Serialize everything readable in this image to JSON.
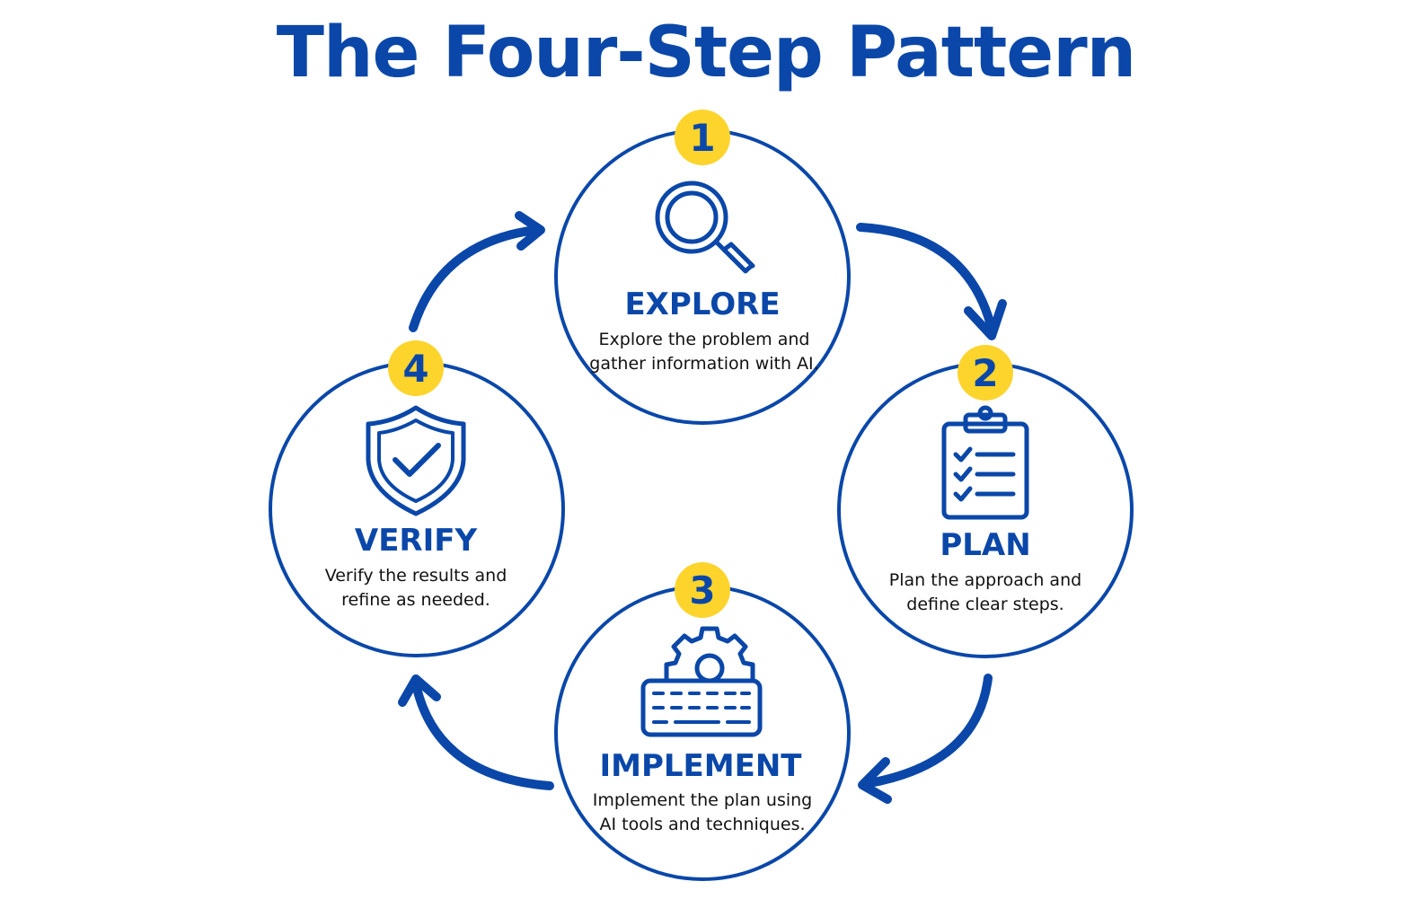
{
  "title": "The Four-Step Pattern",
  "colors": {
    "primary": "#0a47a9",
    "badge": "#fcd42c",
    "text": "#111111",
    "background": "#ffffff"
  },
  "steps": [
    {
      "number": "1",
      "name": "EXPLORE",
      "icon": "magnifier-icon",
      "desc_line1": "Explore the problem and",
      "desc_line2": "gather information with AI."
    },
    {
      "number": "2",
      "name": "PLAN",
      "icon": "clipboard-checklist-icon",
      "desc_line1": "Plan the approach and",
      "desc_line2": "define clear steps."
    },
    {
      "number": "3",
      "name": "IMPLEMENT",
      "icon": "gear-keyboard-icon",
      "desc_line1": "Implement the plan using",
      "desc_line2": "AI tools and techniques."
    },
    {
      "number": "4",
      "name": "VERIFY",
      "icon": "shield-check-icon",
      "desc_line1": "Verify the results and",
      "desc_line2": "refine as needed."
    }
  ]
}
